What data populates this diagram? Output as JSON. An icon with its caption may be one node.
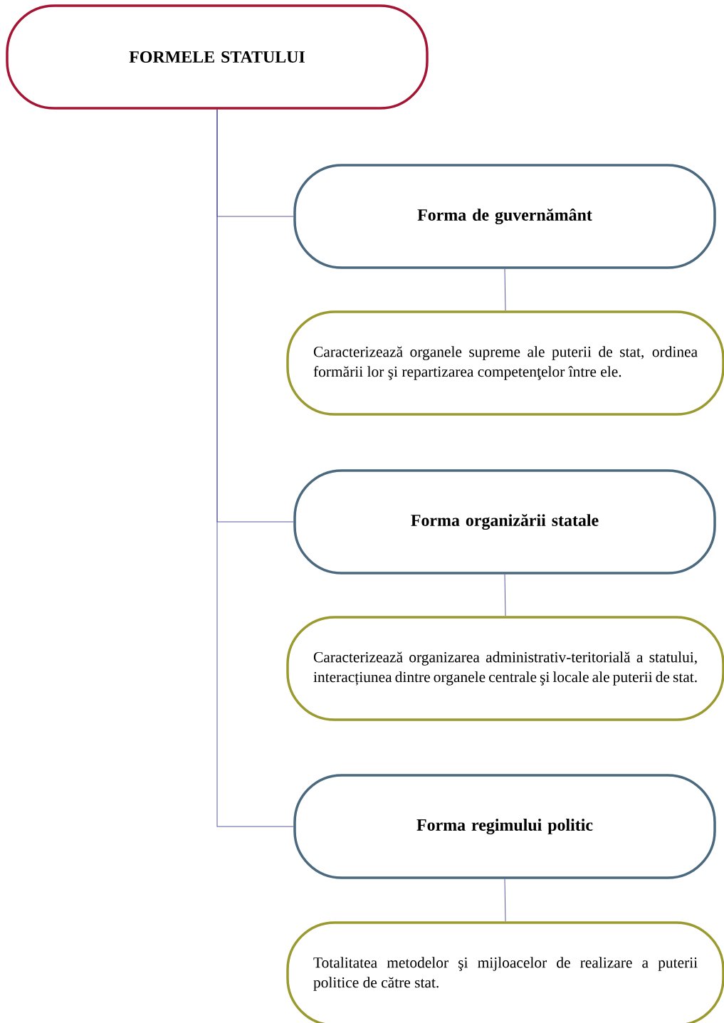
{
  "diagram": {
    "nodes": [
      {
        "text": [
          "FORMELE STATULUI"
        ]
      },
      {
        "text": [
          "Forma de guvernământ"
        ]
      },
      {
        "text": [
          "Caracterizează organele supreme  ale puterii de stat, ordinea formării lor şi repartizarea competenţelor între ele."
        ]
      },
      {
        "text": [
          "Forma organizării statale"
        ]
      },
      {
        "text": [
          "Caracterizează organizarea administrativ-teritorială a statului, interacțiunea dintre organele centrale şi locale ale puterii de stat."
        ]
      },
      {
        "text": [
          "Forma regimului politic"
        ]
      },
      {
        "text": [
          "Totalitatea metodelor şi mijloacelor de realizare a puterii politice de către stat."
        ]
      }
    ],
    "edges": [
      {
        "from": 0,
        "to": 1,
        "arrow": "none"
      },
      {
        "from": 1,
        "to": 2,
        "arrow": "none"
      },
      {
        "from": 0,
        "to": 3,
        "arrow": "none"
      },
      {
        "from": 3,
        "to": 4,
        "arrow": "none"
      },
      {
        "from": 0,
        "to": 5,
        "arrow": "none"
      },
      {
        "from": 5,
        "to": 6,
        "arrow": "none"
      }
    ]
  }
}
